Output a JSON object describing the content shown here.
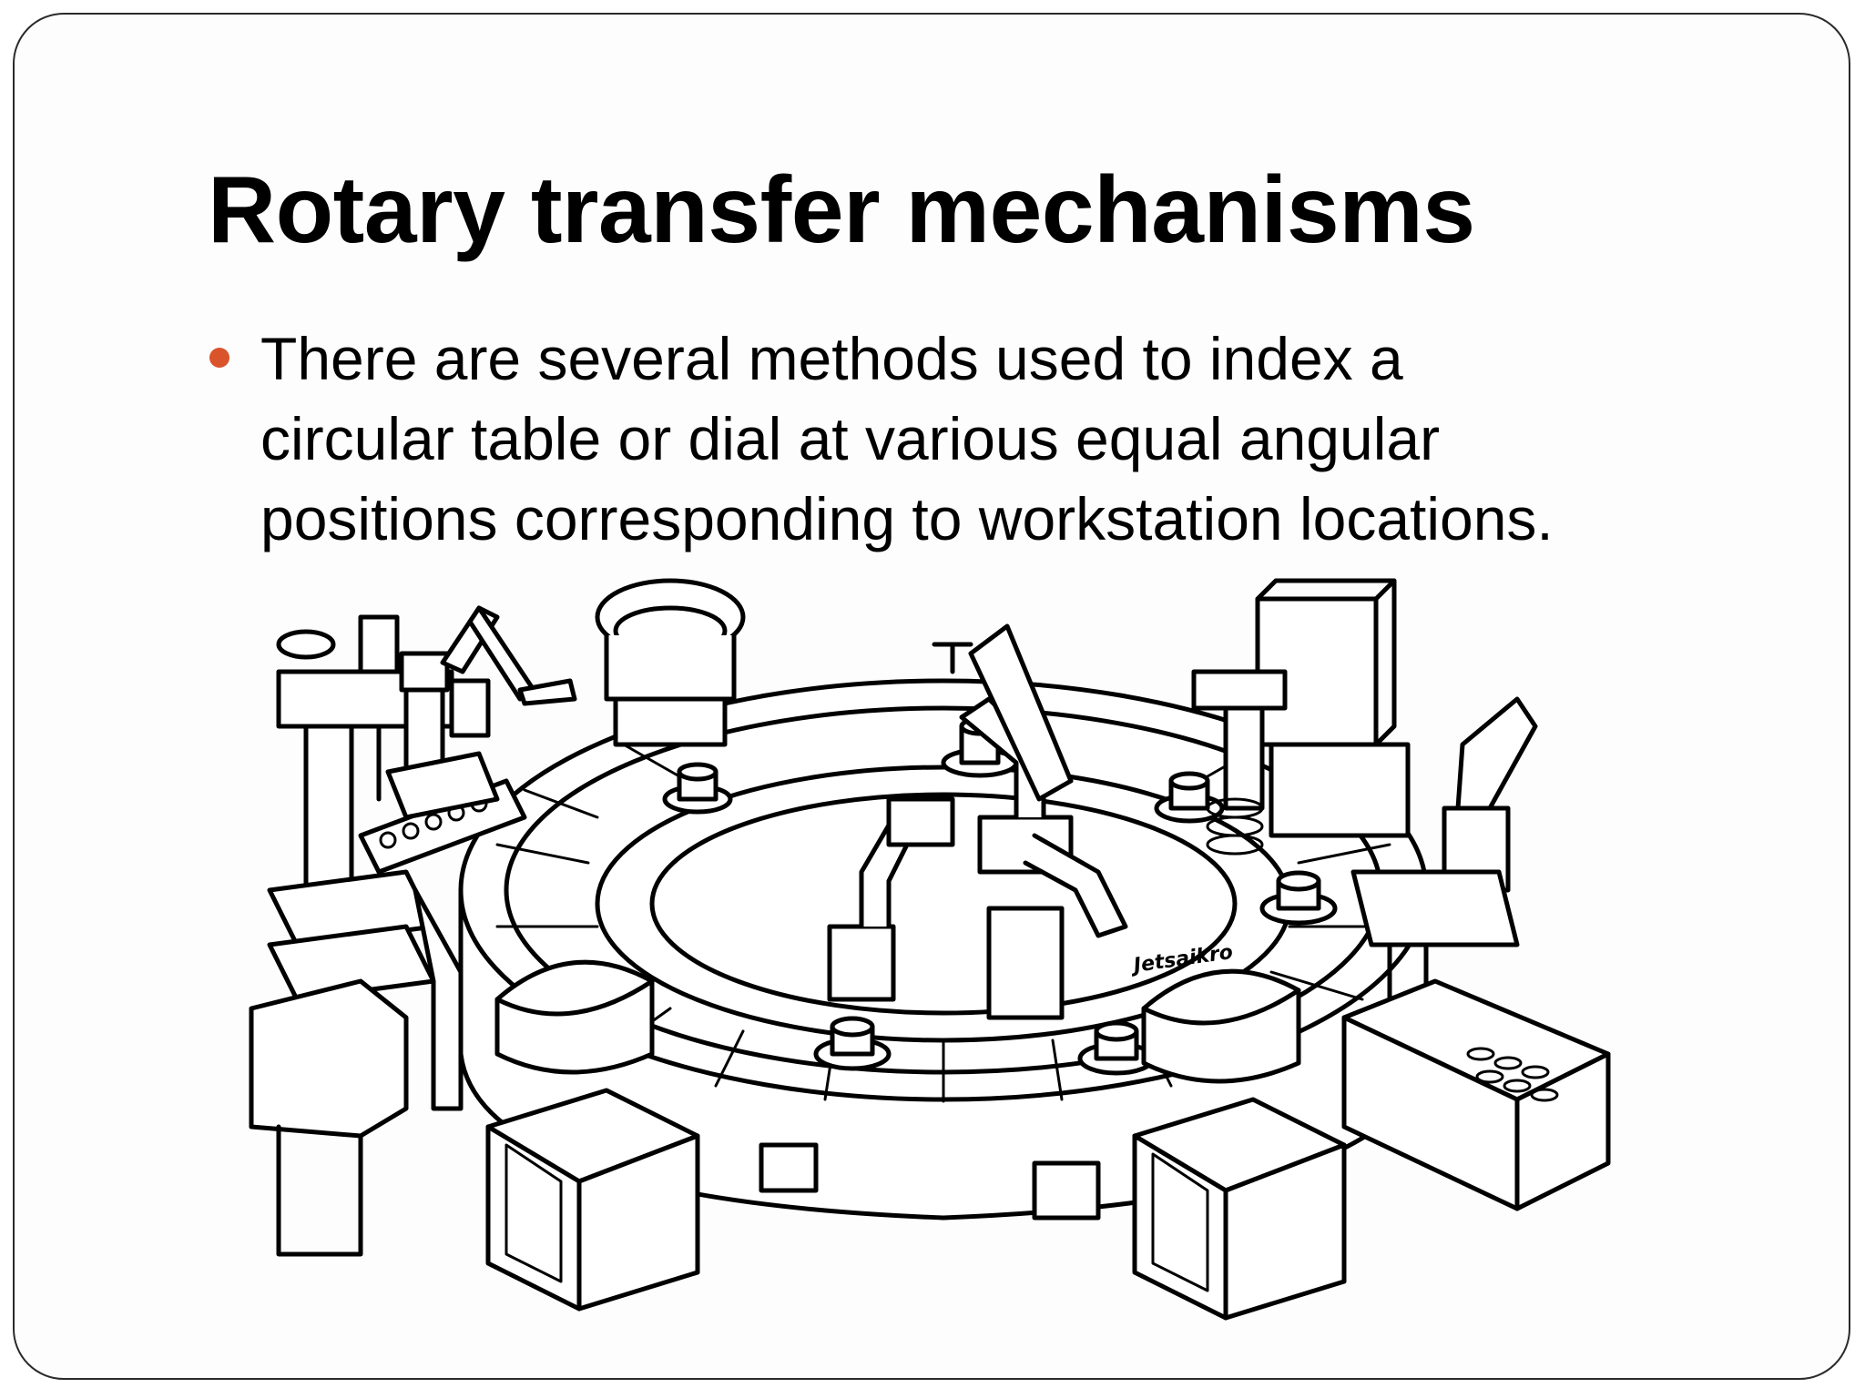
{
  "slide": {
    "title": "Rotary transfer mechanisms",
    "bullets": [
      {
        "lines": [
          "There are several methods used to index a",
          "circular table or dial at various equal angular",
          "positions corresponding to workstation locations."
        ]
      }
    ],
    "bullet_color": "#D9532B",
    "figure_label": "Jetsaikro"
  }
}
